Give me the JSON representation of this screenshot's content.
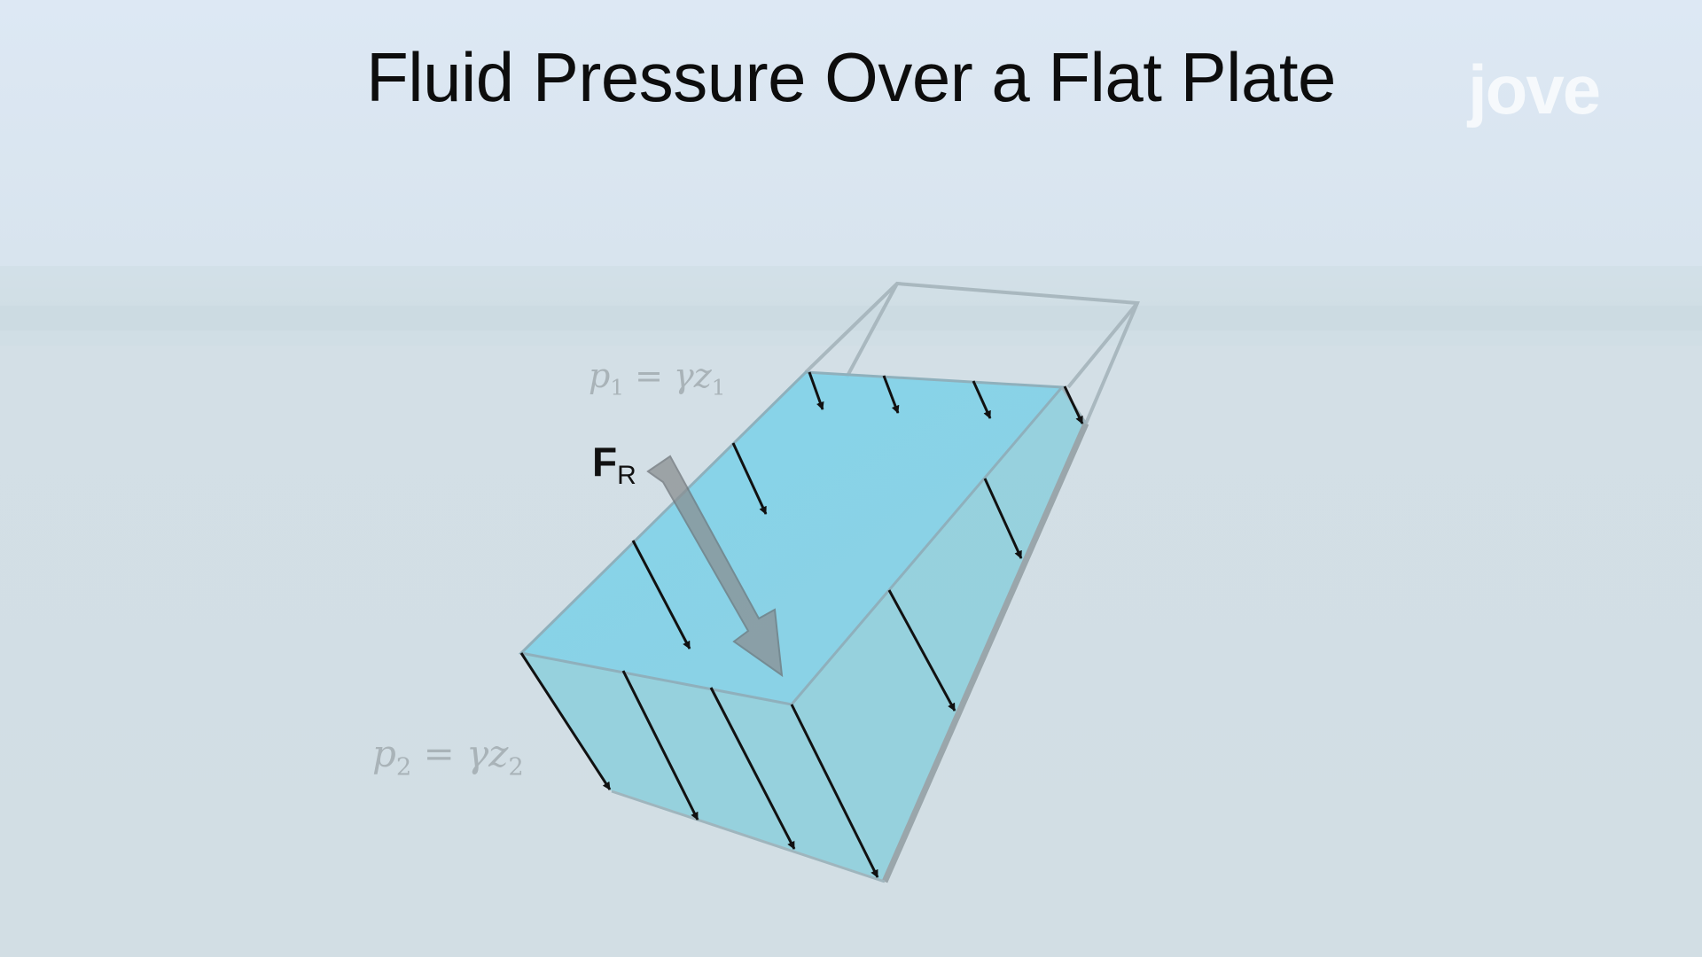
{
  "title": "Fluid Pressure Over a Flat Plate",
  "logo_text": "jove",
  "labels": {
    "p1": {
      "main": "p",
      "sub1": "1",
      "eq": " = γz",
      "sub2": "1"
    },
    "p2": {
      "main": "p",
      "sub1": "2",
      "eq": " = γz",
      "sub2": "2"
    },
    "fr": {
      "main": "F",
      "sub": "R"
    }
  },
  "colors": {
    "water": "#7fd0e6",
    "water_side": "#8ccfdc",
    "frame": "#a9b8bf",
    "force_arrow": "#8a8f92",
    "pressure_arrows": "#111111",
    "label_gray": "#a9b3b8"
  }
}
